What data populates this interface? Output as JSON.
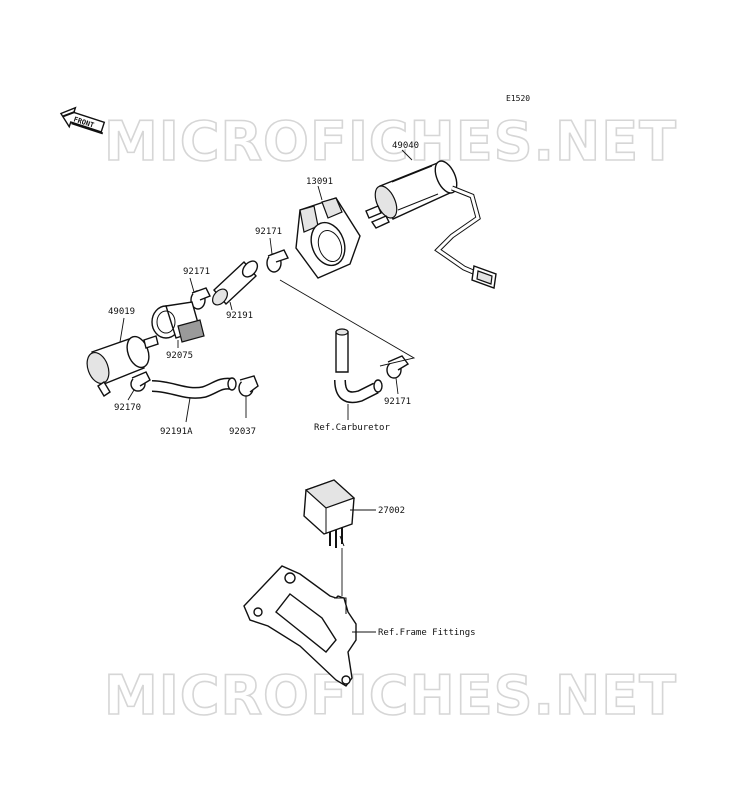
{
  "diagram": {
    "code": "E1520",
    "front_label": "FRONT",
    "watermark": "MICROFICHES.NET",
    "parts": {
      "p49040": "49040",
      "p13091": "13091",
      "p92171_a": "92171",
      "p92171_b": "92171",
      "p92171_c": "92171",
      "p92191": "92191",
      "p49019": "49019",
      "p92075": "92075",
      "p92170": "92170",
      "p92191A": "92191A",
      "p92037": "92037",
      "p27002": "27002"
    },
    "refs": {
      "carburetor": "Ref.Carburetor",
      "frame_fittings": "Ref.Frame Fittings"
    }
  }
}
